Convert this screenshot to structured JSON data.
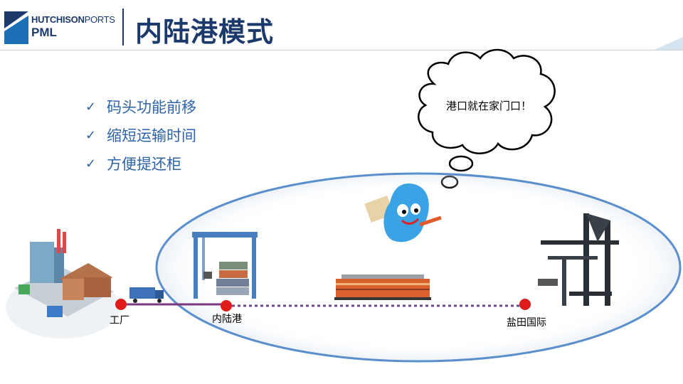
{
  "header": {
    "logo_line1_bold": "HUTCHISON",
    "logo_line1_light": "PORTS",
    "logo_line2": "PML",
    "title": "内陆港模式"
  },
  "bullets": [
    {
      "text": "码头功能前移"
    },
    {
      "text": "缩短运输时间"
    },
    {
      "text": "方便提还柜"
    }
  ],
  "thought_bubble": {
    "text": "港口就在家门口！"
  },
  "route": {
    "nodes": [
      {
        "label": "工厂"
      },
      {
        "label": "内陆港"
      },
      {
        "label": "盐田国际"
      }
    ]
  },
  "colors": {
    "brand": "#1b3a6b",
    "bullet_text": "#2f63a8",
    "ellipse_stroke": "#5b8fcb",
    "route_line": "#7b3a7f",
    "node": "#e01b1b"
  },
  "icons": [
    "checkmark-icon",
    "factory-icon",
    "truck-icon",
    "gantry-crane-icon",
    "container-stack-icon",
    "train-icon",
    "mascot-icon",
    "port-crane-icon"
  ]
}
